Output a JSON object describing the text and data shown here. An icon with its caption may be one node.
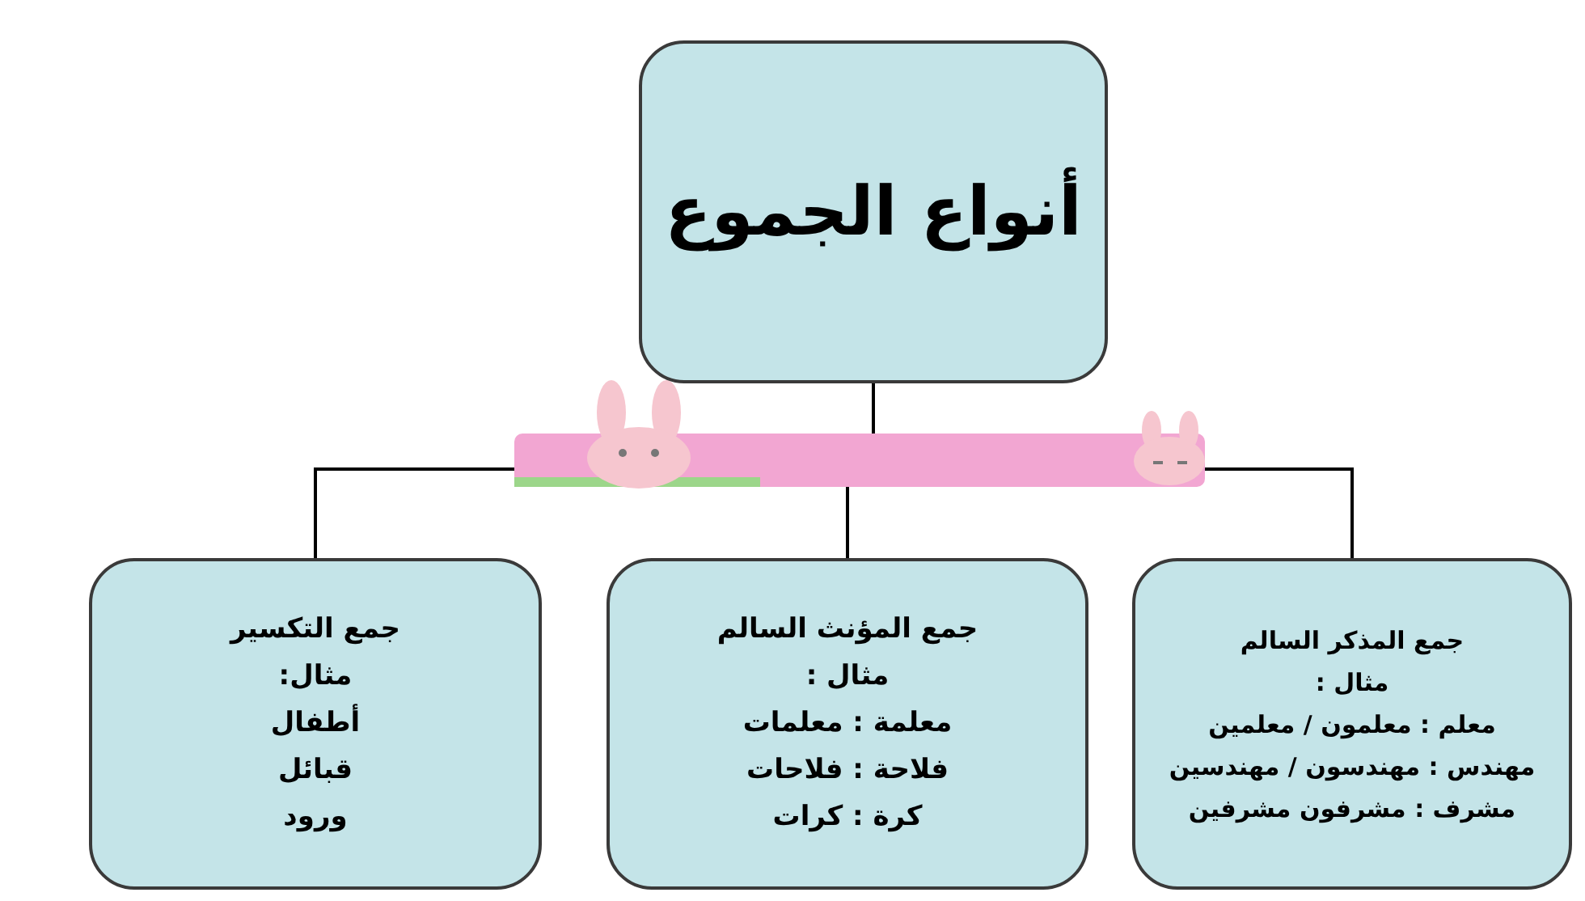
{
  "diagram": {
    "nodes": [
      {
        "text": [
          "أنواع الجموع"
        ]
      },
      {
        "text": [
          "جمع المذكر السالم",
          "مثال :",
          "معلم : معلمون / معلمين",
          "مهندس : مهندسون / مهندسين",
          "مشرف : مشرفون مشرفين"
        ]
      },
      {
        "text": [
          "جمع المؤنث السالم",
          "مثال :",
          "معلمة : معلمات",
          "فلاحة : فلاحات",
          "كرة : كرات"
        ]
      },
      {
        "text": [
          "جمع التكسير",
          "مثال:",
          "أطفال",
          "قبائل",
          "ورود"
        ]
      }
    ],
    "edges": [
      {
        "from": 0,
        "to": 1,
        "arrow": "none"
      },
      {
        "from": 0,
        "to": 2,
        "arrow": "none"
      },
      {
        "from": 0,
        "to": 3,
        "arrow": "none"
      }
    ]
  }
}
